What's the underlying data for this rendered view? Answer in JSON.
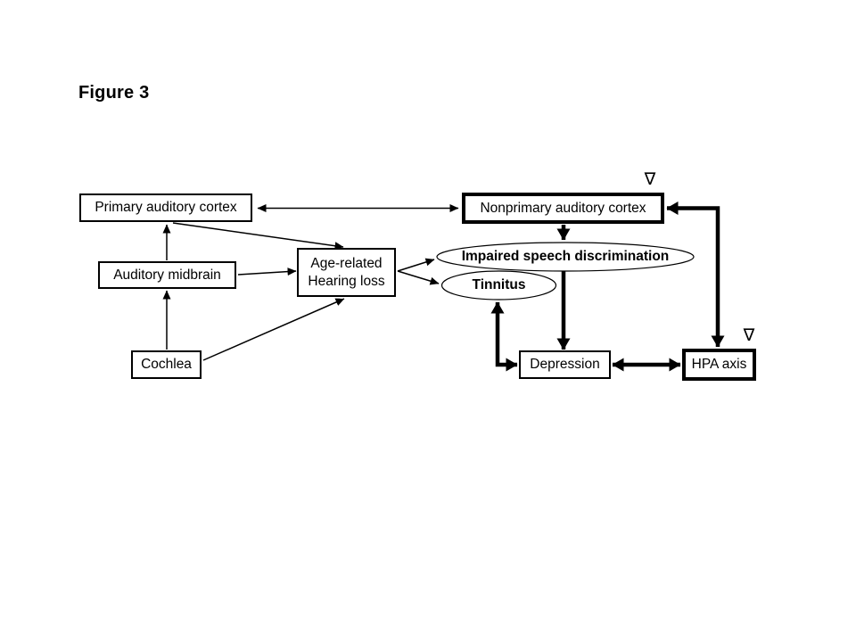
{
  "figure": {
    "title": "Figure 3"
  },
  "colors": {
    "background": "#ffffff",
    "line": "#000000",
    "text": "#000000",
    "node_fill": "#ffffff"
  },
  "icons": {
    "nabla": "∇"
  },
  "nodes": {
    "primary_auditory_cortex": {
      "label": "Primary auditory cortex",
      "shape": "rect",
      "border": "thin"
    },
    "auditory_midbrain": {
      "label": "Auditory midbrain",
      "shape": "rect",
      "border": "thin"
    },
    "age_related_hearing_loss": {
      "line1": "Age-related",
      "line2": "Hearing loss",
      "shape": "rect",
      "border": "thin"
    },
    "cochlea": {
      "label": "Cochlea",
      "shape": "rect",
      "border": "thin"
    },
    "nonprimary_auditory_cortex": {
      "label": "Nonprimary auditory cortex",
      "shape": "rect",
      "border": "thick",
      "marker": "nabla"
    },
    "impaired_speech_discrimination": {
      "label": "Impaired speech discrimination",
      "shape": "ellipse",
      "border": "thin"
    },
    "tinnitus": {
      "label": "Tinnitus",
      "shape": "ellipse",
      "border": "thin"
    },
    "depression": {
      "label": "Depression",
      "shape": "rect",
      "border": "thin"
    },
    "hpa_axis": {
      "label": "HPA axis",
      "shape": "rect",
      "border": "thick",
      "marker": "nabla"
    }
  },
  "edges": [
    {
      "from": "primary_auditory_cortex",
      "to": "nonprimary_auditory_cortex",
      "weight": "thin",
      "heads": "both"
    },
    {
      "from": "auditory_midbrain",
      "to": "primary_auditory_cortex",
      "weight": "thin",
      "heads": "end"
    },
    {
      "from": "cochlea",
      "to": "auditory_midbrain",
      "weight": "thin",
      "heads": "end"
    },
    {
      "from": "primary_auditory_cortex",
      "to": "age_related_hearing_loss",
      "weight": "thin",
      "heads": "end"
    },
    {
      "from": "auditory_midbrain",
      "to": "age_related_hearing_loss",
      "weight": "thin",
      "heads": "end"
    },
    {
      "from": "cochlea",
      "to": "age_related_hearing_loss",
      "weight": "thin",
      "heads": "end"
    },
    {
      "from": "age_related_hearing_loss",
      "to": "impaired_speech_discrimination",
      "weight": "thin",
      "heads": "end"
    },
    {
      "from": "age_related_hearing_loss",
      "to": "tinnitus",
      "weight": "thin",
      "heads": "end"
    },
    {
      "from": "nonprimary_auditory_cortex",
      "to": "impaired_speech_discrimination",
      "weight": "thick",
      "heads": "end"
    },
    {
      "from": "impaired_speech_discrimination",
      "to": "depression",
      "weight": "thick",
      "heads": "end"
    },
    {
      "from": "tinnitus",
      "to": "depression",
      "weight": "thick",
      "heads": "both"
    },
    {
      "from": "depression",
      "to": "hpa_axis",
      "weight": "thick",
      "heads": "both"
    },
    {
      "from": "hpa_axis",
      "to": "nonprimary_auditory_cortex",
      "weight": "thick",
      "heads": "both"
    }
  ]
}
